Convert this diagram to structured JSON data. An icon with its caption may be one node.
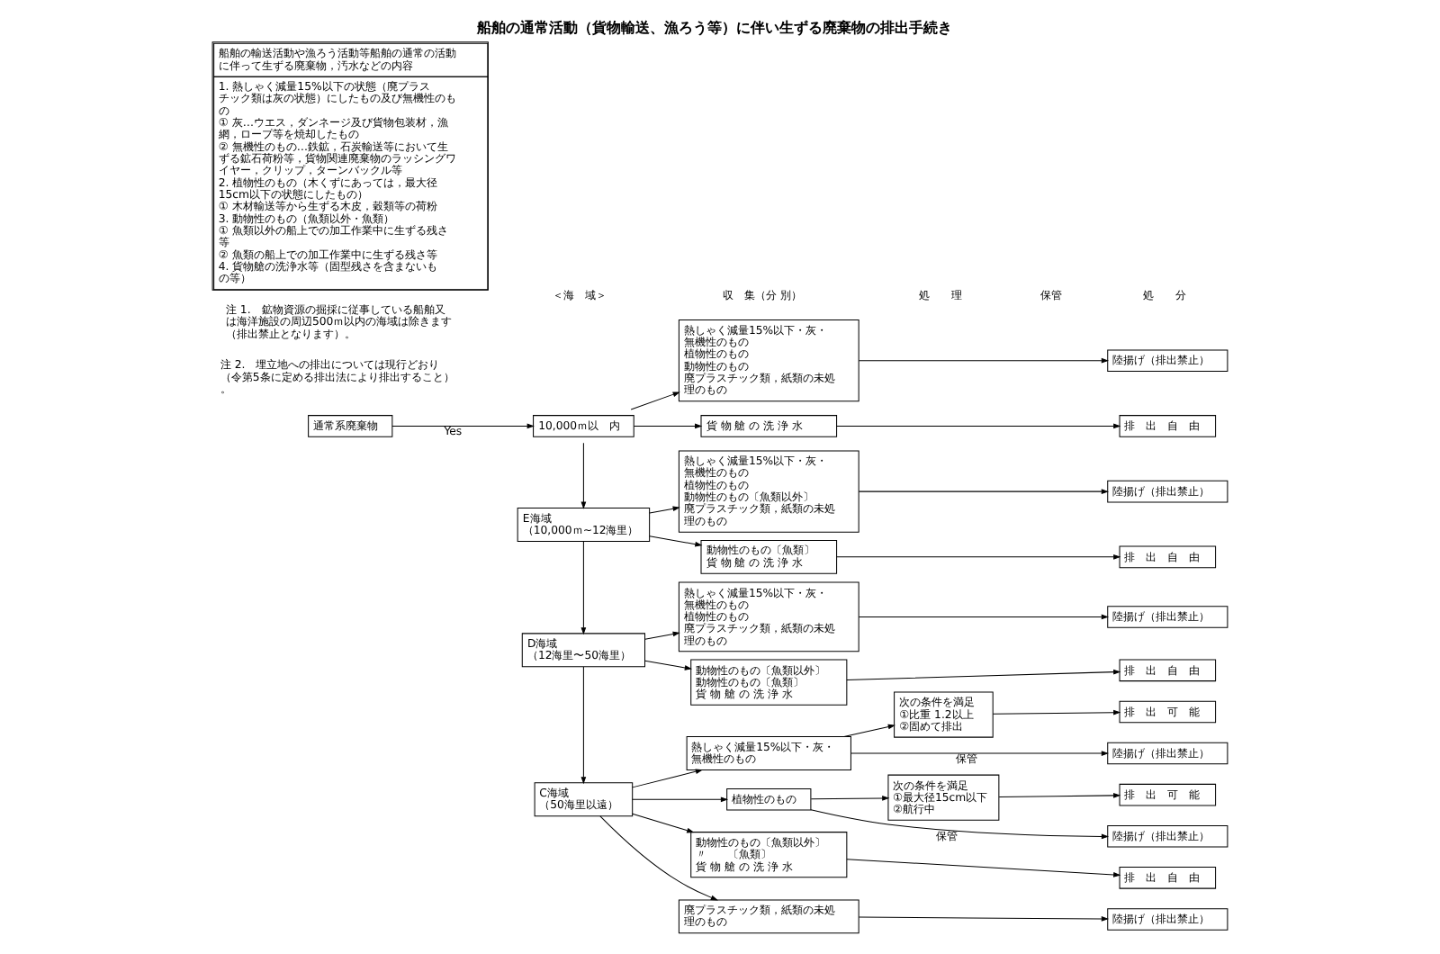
{
  "diagram": {
    "title": "船舶の通常活動（貨物輸送、漁ろう等）に伴い生ずる廃棄物の排出手続き",
    "nodes": [
      {
        "text": [
          "通常系廃棄物"
        ]
      },
      {
        "text": [
          "10,000ｍ以　内"
        ]
      },
      {
        "text": [
          "E海域",
          "（10,000ｍ~12海里）"
        ]
      },
      {
        "text": [
          "D海域",
          "（12海里〜50海里）"
        ]
      },
      {
        "text": [
          "C海域",
          "（50海里以遠）"
        ]
      },
      {
        "text": [
          "船舶の輸送活動や漁ろう活動等船舶の通常の活動に伴って生ずる廃棄物，汚水などの内容",
          "1. 熱しゃく減量15%以下の状態（廃プラスチック類は灰の状態）にしたもの及び無機性のもの",
          "① 灰…ウエス，ダンネージ及び貨物包装材，漁網，ロープ等を焼却したもの",
          "② 無機性のもの…鉄鉱，石炭輸送等において生ずる鉱石荷粉等，貨物関連廃棄物のラッシングワイヤー，クリップ，ターンバックル等",
          "2. 植物性のもの（木くずにあっては，最大径15cm以下の状態にしたもの）",
          "① 木材輸送等から生ずる木皮，穀類等の荷粉",
          "3. 動物性のもの（魚類以外・魚類）",
          "① 魚類以外の船上での加工作業中に生ずる残さ等",
          "② 魚類の船上での加工作業中に生ずる残さ等",
          "4. 貨物艙の洗浄水等（固型残さを含まないもの等）"
        ]
      },
      {
        "text": [
          "熱しゃく減量15%以下・灰・無機性のもの",
          "植物性のもの",
          "動物性のもの",
          "廃プラスチック類，紙類の未処理のもの"
        ]
      },
      {
        "text": [
          "貨 物 艙 の 洗 浄 水"
        ]
      },
      {
        "text": [
          "熱しゃく減量15%以下・灰・無機性のもの",
          "植物性のもの",
          "動物性のもの〔魚類以外〕",
          "廃プラスチック類，紙類の未処理のもの"
        ]
      },
      {
        "text": [
          "動物性のもの〔魚類〕",
          "貨 物 艙 の 洗 浄 水"
        ]
      },
      {
        "text": [
          "熱しゃく減量15%以下・灰・無機性のもの",
          "植物性のもの",
          "廃プラスチック類，紙類の未処理のもの"
        ]
      },
      {
        "text": [
          "動物性のもの〔魚類以外〕",
          "動物性のもの〔魚類〕",
          "貨 物 艙 の 洗 浄 水"
        ]
      },
      {
        "text": [
          "熱しゃく減量15%以下・灰・無機性のもの"
        ]
      },
      {
        "text": [
          "植物性のもの"
        ]
      },
      {
        "text": [
          "動物性のもの〔魚類以外〕",
          "〃　　〔魚類〕",
          "貨 物 艙 の 洗 浄 水"
        ]
      },
      {
        "text": [
          "廃プラスチック類，紙類の未処理のもの"
        ]
      },
      {
        "text": [
          "次の条件を満足",
          "①比重 1.2以上",
          "②固めて排出"
        ]
      },
      {
        "text": [
          "次の条件を満足",
          "①最大径15cm以下",
          "②航行中"
        ]
      },
      {
        "text": [
          "陸揚げ（排出禁止）"
        ]
      },
      {
        "text": [
          "排　出　自　由"
        ]
      },
      {
        "text": [
          "陸揚げ（排出禁止）"
        ]
      },
      {
        "text": [
          "排　出　自　由"
        ]
      },
      {
        "text": [
          "陸揚げ（排出禁止）"
        ]
      },
      {
        "text": [
          "排　出　自　由"
        ]
      },
      {
        "text": [
          "排　出　可　能"
        ]
      },
      {
        "text": [
          "陸揚げ（排出禁止）"
        ]
      },
      {
        "text": [
          "排　出　可　能"
        ]
      },
      {
        "text": [
          "陸揚げ（排出禁止）"
        ]
      },
      {
        "text": [
          "排　出　自　由"
        ]
      },
      {
        "text": [
          "陸揚げ（排出禁止）"
        ]
      }
    ],
    "edges": [
      {
        "from": 0,
        "to": 1,
        "arrow": "to",
        "label": "Yes"
      },
      {
        "from": 1,
        "to": 2,
        "arrow": "to"
      },
      {
        "from": 2,
        "to": 3,
        "arrow": "to"
      },
      {
        "from": 3,
        "to": 4,
        "arrow": "to"
      },
      {
        "from": 1,
        "to": 6,
        "arrow": "to"
      },
      {
        "from": 1,
        "to": 7,
        "arrow": "to"
      },
      {
        "from": 2,
        "to": 8,
        "arrow": "to"
      },
      {
        "from": 2,
        "to": 9,
        "arrow": "to"
      },
      {
        "from": 3,
        "to": 10,
        "arrow": "to"
      },
      {
        "from": 3,
        "to": 11,
        "arrow": "to"
      },
      {
        "from": 4,
        "to": 12,
        "arrow": "to"
      },
      {
        "from": 4,
        "to": 13,
        "arrow": "to"
      },
      {
        "from": 4,
        "to": 14,
        "arrow": "to"
      },
      {
        "from": 4,
        "to": 15,
        "arrow": "to"
      },
      {
        "from": 6,
        "to": 18,
        "arrow": "to"
      },
      {
        "from": 7,
        "to": 19,
        "arrow": "to"
      },
      {
        "from": 8,
        "to": 20,
        "arrow": "to"
      },
      {
        "from": 9,
        "to": 21,
        "arrow": "to"
      },
      {
        "from": 10,
        "to": 22,
        "arrow": "to"
      },
      {
        "from": 11,
        "to": 23,
        "arrow": "to"
      },
      {
        "from": 12,
        "to": 16,
        "arrow": "to"
      },
      {
        "from": 16,
        "to": 24,
        "arrow": "to"
      },
      {
        "from": 12,
        "to": 25,
        "arrow": "to",
        "label": "保管"
      },
      {
        "from": 13,
        "to": 17,
        "arrow": "to"
      },
      {
        "from": 17,
        "to": 26,
        "arrow": "to"
      },
      {
        "from": 13,
        "to": 27,
        "arrow": "to",
        "label": "保管"
      },
      {
        "from": 14,
        "to": 28,
        "arrow": "to"
      },
      {
        "from": 15,
        "to": 29,
        "arrow": "to"
      }
    ],
    "labels": [
      "＜海　域＞",
      "収　集（分 別）",
      "処　　理",
      "保管",
      "処　　分",
      "注 1.　鉱物資源の掘採に従事している船舶又は海洋施設の周辺500ｍ以内の海域は除きます（排出禁止となります）。",
      "注 2.　埋立地への排出については現行どおり（令第5条に定める排出法により排出すること）。"
    ]
  }
}
